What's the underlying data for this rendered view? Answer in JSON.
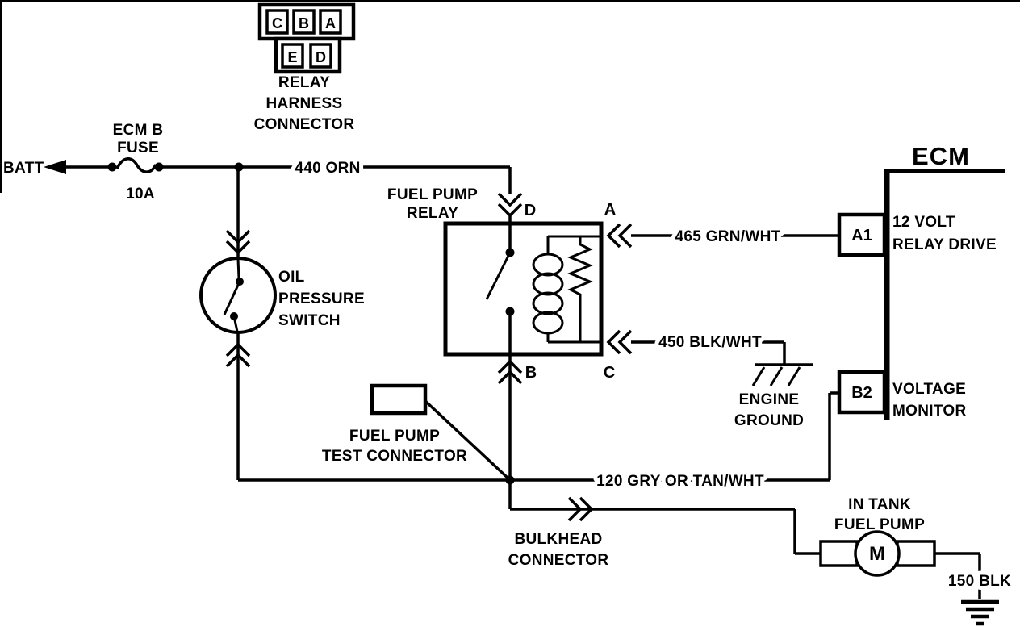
{
  "colors": {
    "ink": "#000000",
    "paper": "#ffffff"
  },
  "components": {
    "relay_harness_connector": {
      "pins_row1": [
        "C",
        "B",
        "A"
      ],
      "pins_row2": [
        "E",
        "D"
      ],
      "label_lines": [
        "RELAY",
        "HARNESS",
        "CONNECTOR"
      ]
    },
    "battery_feed": {
      "label": "BATT"
    },
    "fuse": {
      "name_lines": [
        "ECM B",
        "FUSE"
      ],
      "rating": "10A"
    },
    "oil_pressure_switch": {
      "label_lines": [
        "OIL",
        "PRESSURE",
        "SWITCH"
      ]
    },
    "fuel_pump_relay": {
      "label_lines": [
        "FUEL PUMP",
        "RELAY"
      ],
      "terminals": {
        "top": "D",
        "top_right": "A",
        "bottom": "B",
        "bottom_right": "C"
      }
    },
    "fuel_pump_test_connector": {
      "label_lines": [
        "FUEL PUMP",
        "TEST CONNECTOR"
      ]
    },
    "bulkhead_connector": {
      "label_lines": [
        "BULKHEAD",
        "CONNECTOR"
      ]
    },
    "engine_ground": {
      "label_lines": [
        "ENGINE",
        "GROUND"
      ]
    },
    "ecm": {
      "label": "ECM",
      "pins": [
        {
          "id": "A1",
          "desc_lines": [
            "12 VOLT",
            "RELAY DRIVE"
          ]
        },
        {
          "id": "B2",
          "desc_lines": [
            "VOLTAGE",
            "MONITOR"
          ]
        }
      ]
    },
    "in_tank_fuel_pump": {
      "label_lines": [
        "IN TANK",
        "FUEL PUMP"
      ],
      "motor_letter": "M"
    }
  },
  "wires": {
    "batt_to_relay": "440 ORN",
    "relay_drive": "465 GRN/WHT",
    "relay_ground": "450 BLK/WHT",
    "pump_feed": "120 GRY OR TAN/WHT",
    "pump_ground": "150 BLK"
  }
}
